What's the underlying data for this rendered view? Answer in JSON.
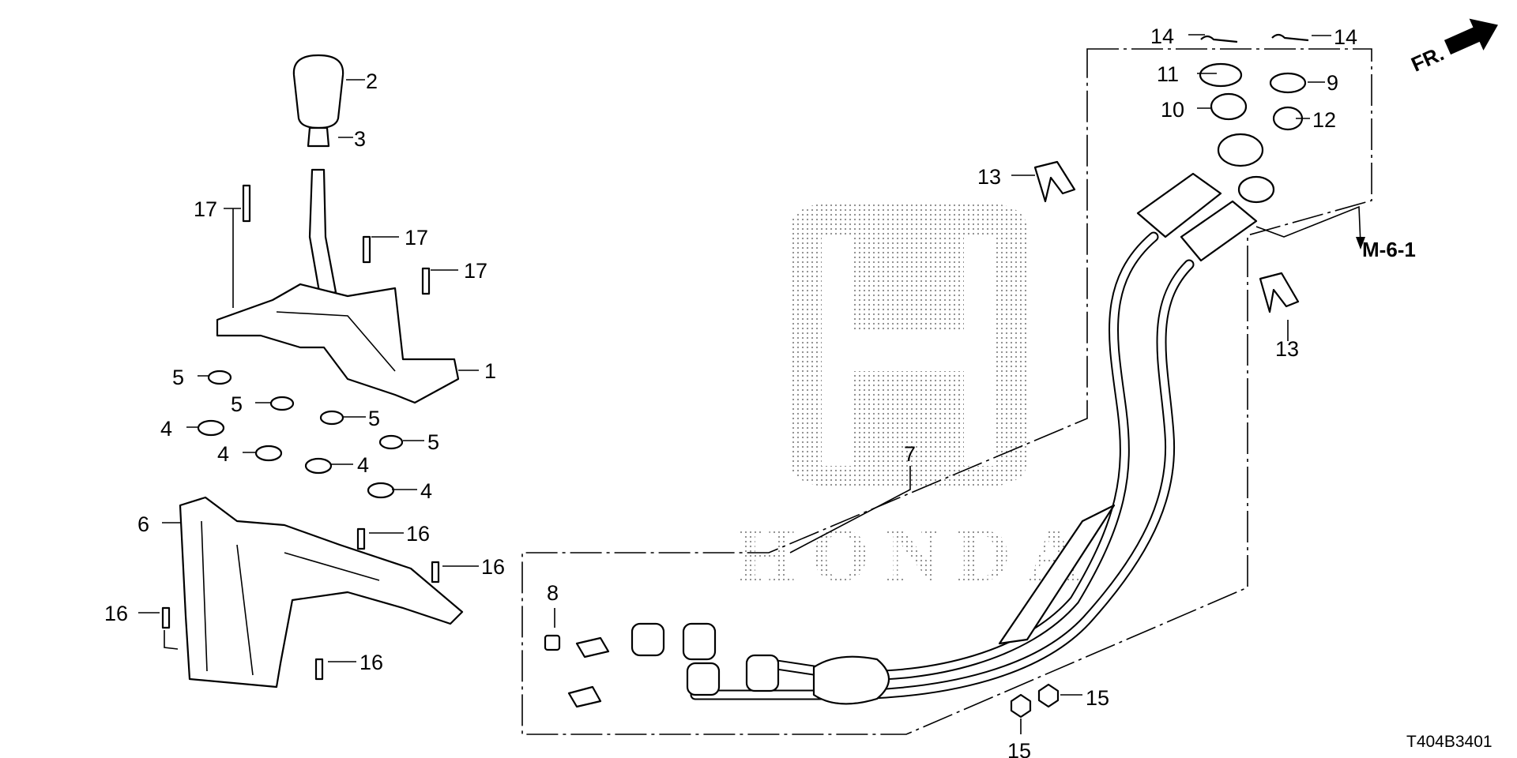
{
  "diagram": {
    "code": "T404B3401",
    "reference": "M-6-1",
    "direction_label": "FR.",
    "watermark_brand": "HONDA",
    "callouts": [
      "1",
      "2",
      "3",
      "4",
      "4",
      "4",
      "4",
      "5",
      "5",
      "5",
      "5",
      "6",
      "7",
      "8",
      "9",
      "10",
      "11",
      "12",
      "13",
      "13",
      "14",
      "14",
      "15",
      "15",
      "16",
      "16",
      "16",
      "16",
      "17",
      "17",
      "17"
    ]
  }
}
